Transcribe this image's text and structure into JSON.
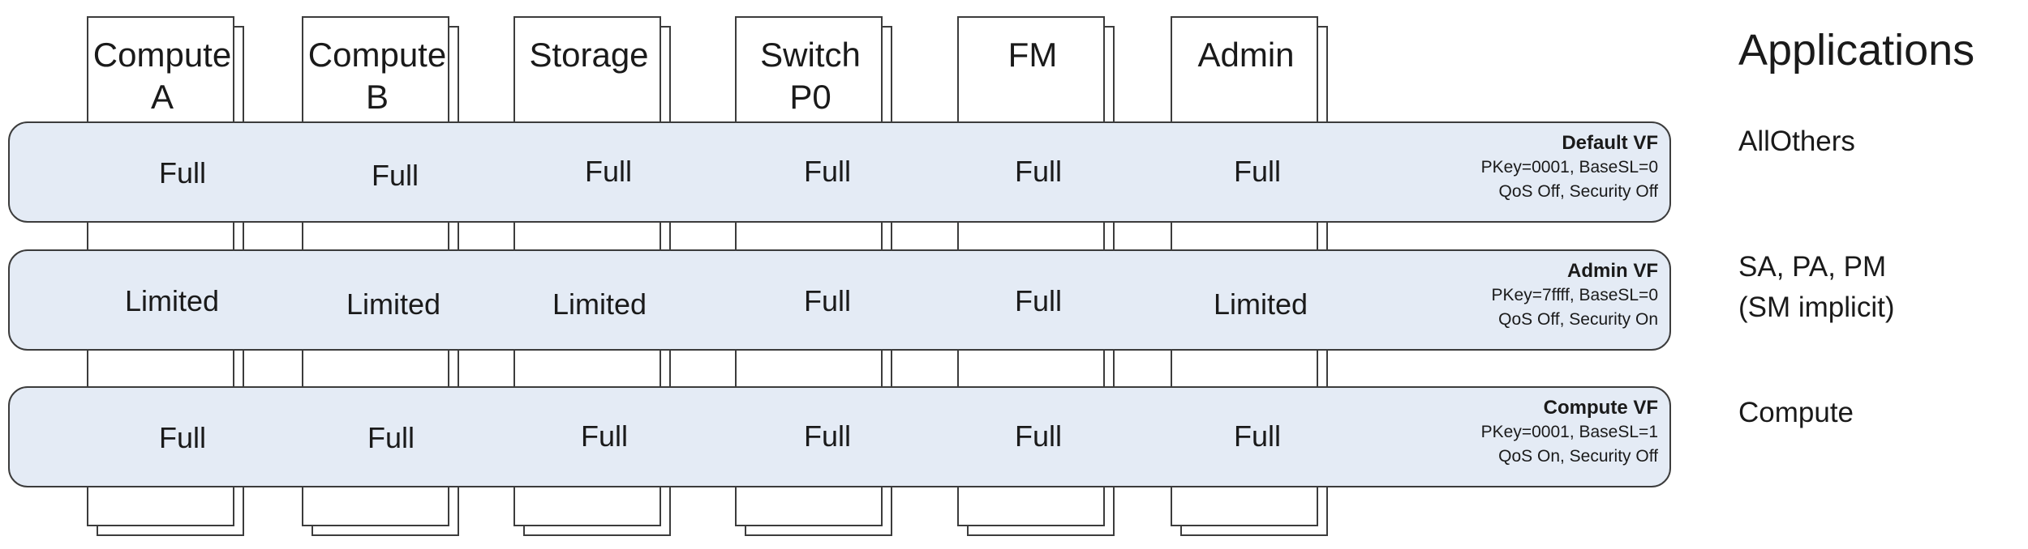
{
  "nodes": [
    {
      "title": "Compute\nA"
    },
    {
      "title": "Compute\nB"
    },
    {
      "title": "Storage"
    },
    {
      "title": "Switch\nP0"
    },
    {
      "title": "FM"
    },
    {
      "title": "Admin"
    }
  ],
  "vfs": [
    {
      "name": "Default VF",
      "pkey_line": "PKey=0001, BaseSL=0",
      "flags_line": "QoS Off, Security Off",
      "cells": [
        "Full",
        "Full",
        "Full",
        "Full",
        "Full",
        "Full"
      ],
      "applications": "AllOthers"
    },
    {
      "name": "Admin VF",
      "pkey_line": "PKey=7ffff, BaseSL=0",
      "flags_line": "QoS Off, Security On",
      "cells": [
        "Limited",
        "Limited",
        "Limited",
        "Full",
        "Full",
        "Limited"
      ],
      "applications": "SA, PA, PM\n(SM implicit)"
    },
    {
      "name": "Compute  VF",
      "pkey_line": "PKey=0001, BaseSL=1",
      "flags_line": "QoS On, Security Off",
      "cells": [
        "Full",
        "Full",
        "Full",
        "Full",
        "Full",
        "Full"
      ],
      "applications": "Compute"
    }
  ],
  "applications_heading": "Applications",
  "colors": {
    "band_fill": "#e4ebf5",
    "stroke": "#3c3c3c",
    "text": "#1a1a1a"
  }
}
